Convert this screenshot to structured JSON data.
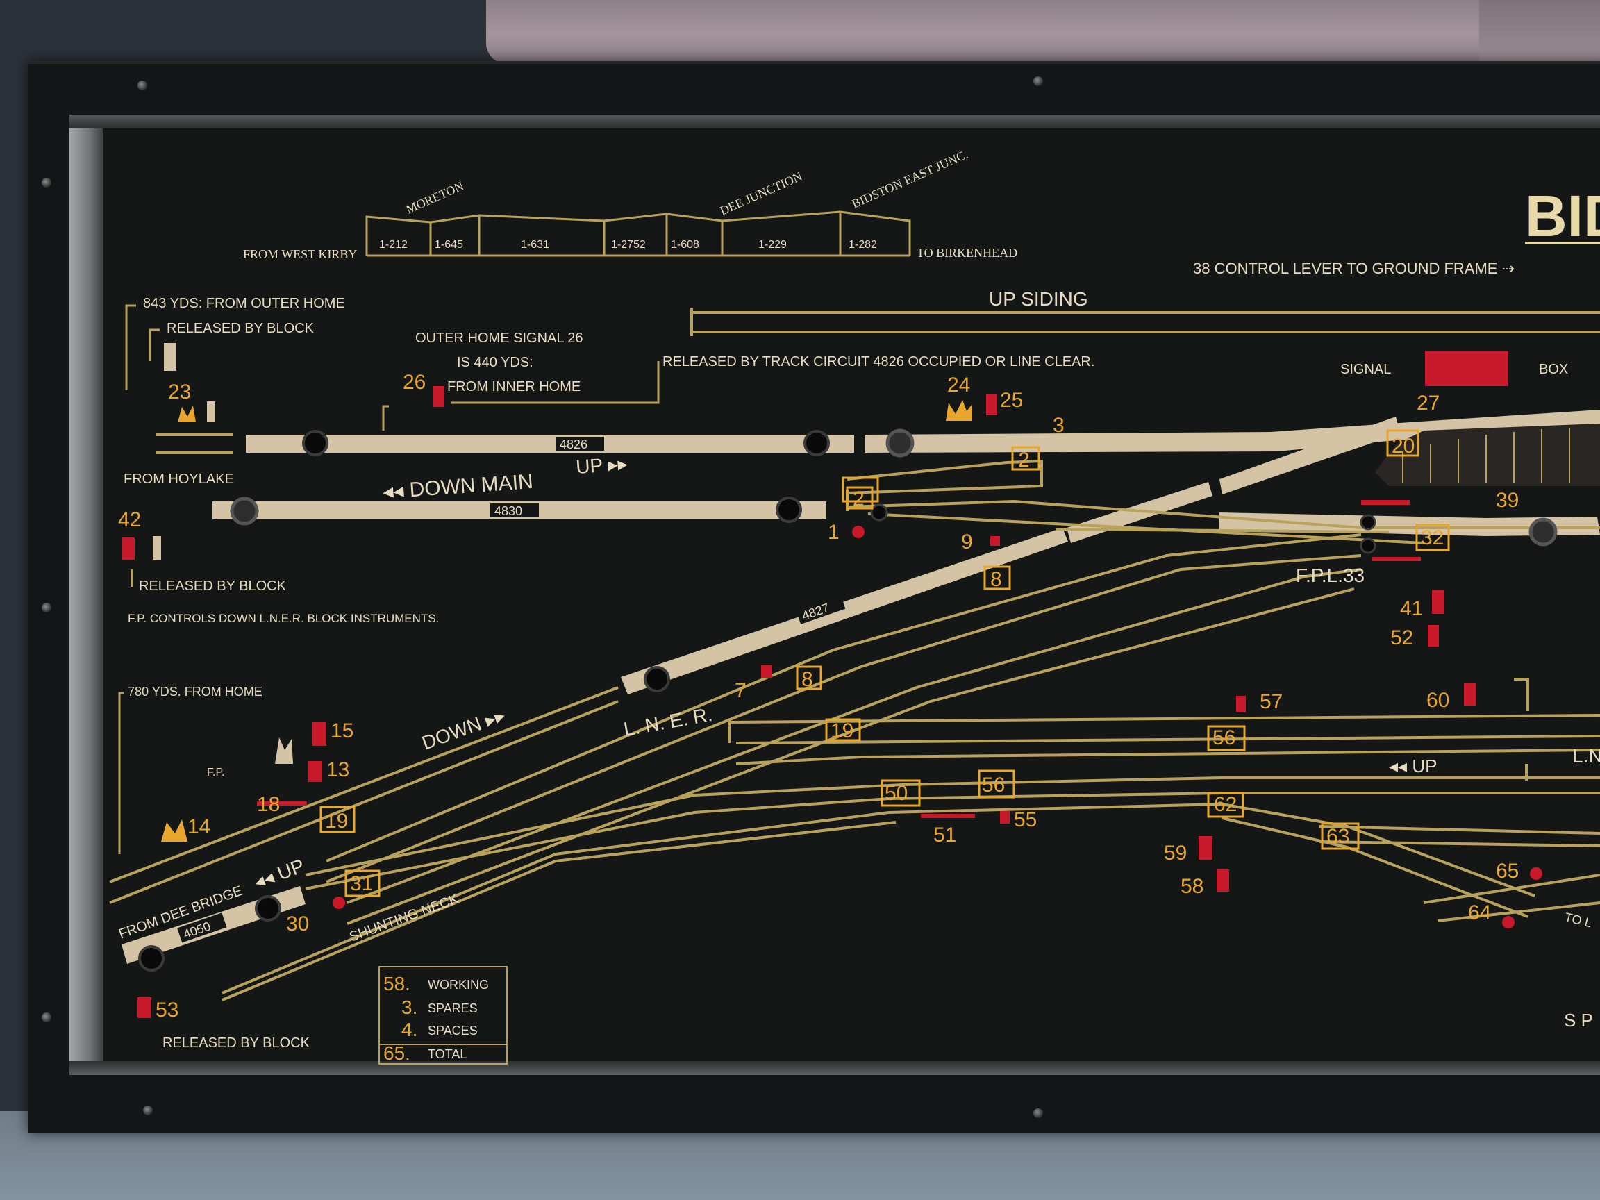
{
  "title_partial": "BID",
  "headers": {
    "from_west_kirby": "FROM WEST KIRBY",
    "to_birkenhead": "TO BIRKENHEAD",
    "stations": [
      "MORETON",
      "DEE JUNCTION",
      "BIDSTON EAST JUNC."
    ],
    "section_codes": [
      "1-212",
      "1-645",
      "1-631",
      "1-2752",
      "1-608",
      "1-229",
      "1-282"
    ]
  },
  "notes": {
    "control_lever": "38 CONTROL LEVER TO GROUND FRAME ⇢",
    "up_siding": "UP SIDING",
    "outer_home_yds": "843 YDS: FROM OUTER HOME",
    "released_by_block": "RELEASED BY BLOCK",
    "outer_home_line1": "OUTER  HOME  SIGNAL  26",
    "outer_home_line2": "IS  440  YDS:",
    "outer_home_line3": "FROM  INNER  HOME",
    "track_circuit": "RELEASED BY TRACK CIRCUIT 4826 OCCUPIED OR LINE CLEAR.",
    "signal_box_left": "SIGNAL",
    "signal_box_right": "BOX",
    "from_hoylake": "FROM  HOYLAKE",
    "down_main": "◂◂ DOWN    MAIN",
    "up_main": "UP ▸▸",
    "released_by_block_2": "RELEASED BY BLOCK",
    "fp_controls": "F.P. CONTROLS DOWN L.N.E.R. BLOCK INSTRUMENTS.",
    "fpl_33": "F.P.L.33",
    "yds_780": "780 YDS.  FROM    HOME",
    "down_lner": "DOWN ▸▸",
    "lner": "L. N. E. R.",
    "up_lower": "◂◂ UP",
    "up_lner": "◂◂ UP",
    "lner_right": "L.N",
    "from_dee_bridge": "FROM  DEE BRIDGE",
    "shunting_neck": "SHUNTING  NECK",
    "released_by_block_3": "RELEASED BY BLOCK",
    "to_l": "TO L",
    "sp": "S P",
    "fp_small": "F.P."
  },
  "track_circuits": [
    "4826",
    "4830",
    "4827",
    "4050"
  ],
  "levers": [
    "1",
    "2",
    "2",
    "3",
    "7",
    "8",
    "8",
    "9",
    "13",
    "14",
    "15",
    "18",
    "19",
    "19",
    "20",
    "23",
    "24",
    "25",
    "26",
    "27",
    "30",
    "31",
    "32",
    "39",
    "41",
    "42",
    "50",
    "51",
    "52",
    "53",
    "55",
    "56",
    "56",
    "57",
    "58",
    "59",
    "60",
    "62",
    "63",
    "64",
    "65"
  ],
  "summary": {
    "rows": [
      {
        "num": "58.",
        "label": "WORKING"
      },
      {
        "num": "3.",
        "label": "SPARES"
      },
      {
        "num": "4.",
        "label": "SPACES"
      },
      {
        "num": "65.",
        "label": "TOTAL"
      }
    ]
  },
  "colors": {
    "board": "#151717",
    "track_line": "#b9a35c",
    "main_track_fill": "#d4c3a4",
    "label_yellow": "#e8a72c",
    "label_cream": "#e7dcc0",
    "signal_red": "#c8192b"
  }
}
